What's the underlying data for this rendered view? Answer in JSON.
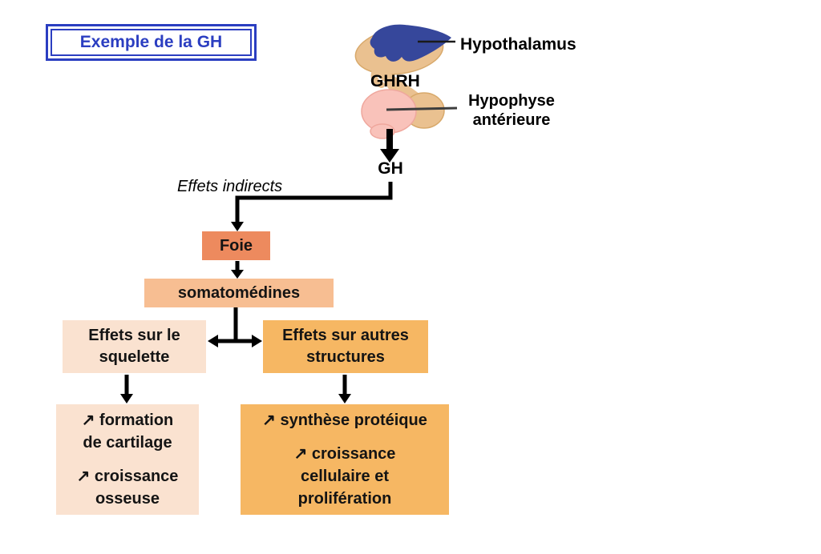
{
  "palette": {
    "title_blue": "#2B3EC1",
    "box_dark_orange": "#ED8A5E",
    "box_light_orange": "#F7BE92",
    "box_medium_orange": "#F6B763",
    "box_pale_peach": "#FAE2D0",
    "hypothalamus_blue": "#36479B",
    "tissue_tan": "#EAC190",
    "pituitary_pink": "#F9C2BA",
    "arrow_black": "#000000"
  },
  "title": "Exemple de la GH",
  "anatomy": {
    "hypothalamus": "Hypothalamus",
    "ghrh": "GHRH",
    "hypophyse_line1": "Hypophyse",
    "hypophyse_line2": "antérieure"
  },
  "flow": {
    "gh": "GH",
    "effets_indirects": "Effets indirects",
    "foie": "Foie",
    "somatomedines": "somatomédines",
    "squelette": [
      "Effets sur le",
      "squelette"
    ],
    "autres": [
      "Effets sur autres",
      "structures"
    ],
    "squelette_details": {
      "item1": [
        "↗ formation",
        "de cartilage"
      ],
      "item2": [
        "↗ croissance",
        "osseuse"
      ]
    },
    "autres_details": {
      "item1": [
        "↗ synthèse protéique"
      ],
      "item2": [
        "↗ croissance",
        "cellulaire et",
        "prolifération"
      ]
    }
  }
}
